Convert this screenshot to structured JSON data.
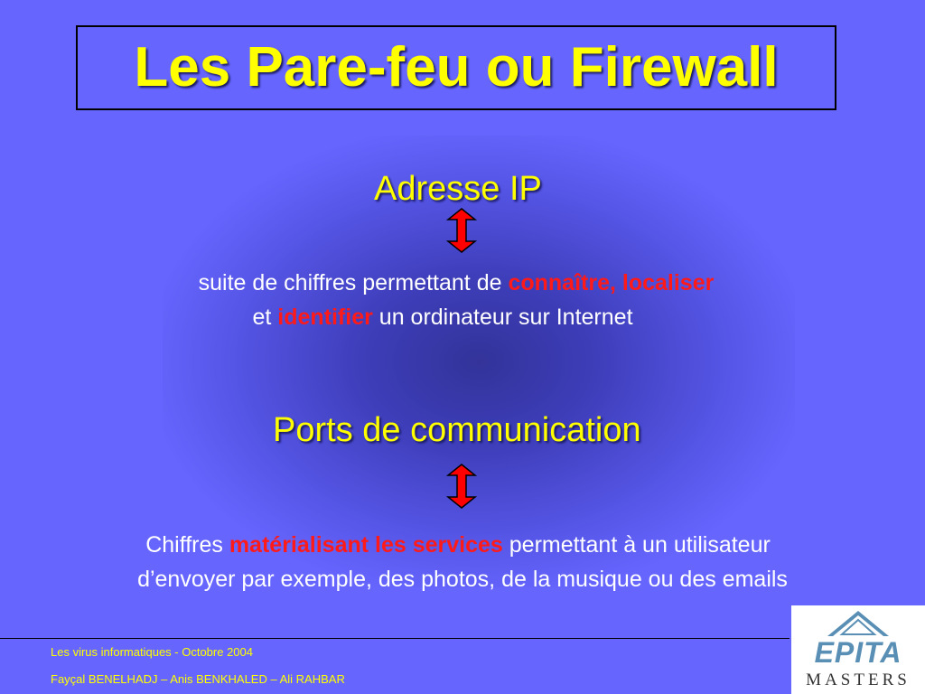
{
  "slide": {
    "title": "Les Pare-feu ou Firewall",
    "section1": {
      "heading": "Adresse IP",
      "line1_part1": "suite de chiffres permettant de ",
      "line1_highlight1": "connaître",
      "line1_sep": ", ",
      "line1_highlight2": "localiser",
      "line2_part1": "et ",
      "line2_highlight": "identifier",
      "line2_part2": " un ordinateur sur Internet"
    },
    "section2": {
      "heading": "Ports de communication",
      "line1_part1": "Chiffres ",
      "line1_highlight": "matérialisant les services",
      "line1_part2": " permettant à un utilisateur",
      "line2": "d’envoyer par exemple, des photos, de la musique ou des emails"
    }
  },
  "footer": {
    "line1": "Les virus informatiques - Octobre 2004",
    "line2": "Fayçal BENELHADJ – Anis BENKHALED – Ali RAHBAR"
  },
  "logo": {
    "brand": "EPITA",
    "subtitle": "MASTERS"
  },
  "colors": {
    "background": "#6666ff",
    "title": "#ffff00",
    "highlight": "#ff1a1a",
    "body_text": "#ffffff",
    "arrow_fill": "#ff0000"
  },
  "icons": {
    "arrow": "double-arrow-vertical-icon",
    "logo": "epita-logo-icon"
  }
}
